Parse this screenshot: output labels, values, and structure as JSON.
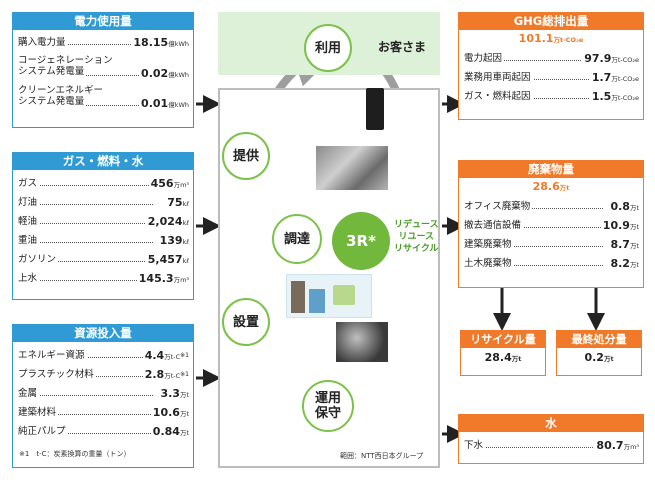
{
  "center": {
    "customer": "お客さま",
    "riyou": "利用",
    "teikyou": "提供",
    "choutatsu": "調達",
    "setchi": "設置",
    "unyou_hoshu": "運用\n保守",
    "threeR": "3R*",
    "r_list": [
      "リデュース",
      "リユース",
      "リサイクル"
    ],
    "scope": "範囲：NTT西日本グループ"
  },
  "electricity": {
    "title": "電力使用量",
    "rows": [
      {
        "label": "購入電力量",
        "value": "18.15",
        "unit": "億kWh"
      },
      {
        "label": "コージェネレーション",
        "label2": "システム発電量",
        "value": "0.02",
        "unit": "億kWh"
      },
      {
        "label": "クリーンエネルギー",
        "label2": "システム発電量",
        "value": "0.01",
        "unit": "億kWh"
      }
    ]
  },
  "gas": {
    "title": "ガス・燃料・水",
    "rows": [
      {
        "label": "ガス",
        "value": "456",
        "unit": "万m³"
      },
      {
        "label": "灯油",
        "value": "75",
        "unit": "kℓ"
      },
      {
        "label": "軽油",
        "value": "2,024",
        "unit": "kℓ"
      },
      {
        "label": "重油",
        "value": "139",
        "unit": "kℓ"
      },
      {
        "label": "ガソリン",
        "value": "5,457",
        "unit": "kℓ"
      },
      {
        "label": "上水",
        "value": "145.3",
        "unit": "万m³"
      }
    ]
  },
  "resources": {
    "title": "資源投入量",
    "rows": [
      {
        "label": "エネルギー資源",
        "value": "4.4",
        "unit": "万t-C",
        "sup": "※1"
      },
      {
        "label": "プラスチック材料",
        "value": "2.8",
        "unit": "万t-C",
        "sup": "※1"
      },
      {
        "label": "金属",
        "value": "3.3",
        "unit": "万t"
      },
      {
        "label": "建築材料",
        "value": "10.6",
        "unit": "万t"
      },
      {
        "label": "純正パルプ",
        "value": "0.84",
        "unit": "万t"
      }
    ],
    "footnote": "※1　t-C：炭素換算の重量（トン）"
  },
  "ghg": {
    "title": "GHG総排出量",
    "total_value": "101.1",
    "total_unit": "万t-CO₂e",
    "rows": [
      {
        "label": "電力起因",
        "value": "97.9",
        "unit": "万t-CO₂e"
      },
      {
        "label": "業務用車両起因",
        "value": "1.7",
        "unit": "万t-CO₂e"
      },
      {
        "label": "ガス・燃料起因",
        "value": "1.5",
        "unit": "万t-CO₂e"
      }
    ]
  },
  "waste": {
    "title": "廃棄物量",
    "total_value": "28.6",
    "total_unit": "万t",
    "rows": [
      {
        "label": "オフィス廃棄物",
        "value": "0.8",
        "unit": "万t"
      },
      {
        "label": "撤去通信設備",
        "value": "10.9",
        "unit": "万t"
      },
      {
        "label": "建築廃棄物",
        "value": "8.7",
        "unit": "万t"
      },
      {
        "label": "土木廃棄物",
        "value": "8.2",
        "unit": "万t"
      }
    ],
    "recycle": {
      "title": "リサイクル量",
      "value": "28.4",
      "unit": "万t"
    },
    "final": {
      "title": "最終処分量",
      "value": "0.2",
      "unit": "万t"
    }
  },
  "water": {
    "title": "水",
    "rows": [
      {
        "label": "下水",
        "value": "80.7",
        "unit": "万m³"
      }
    ]
  },
  "colors": {
    "blue": "#2f9ad3",
    "orange": "#f07a2a",
    "green": "#72b83c",
    "light_green": "#ddf0d8",
    "arrow_gray": "#9e9e9e"
  }
}
